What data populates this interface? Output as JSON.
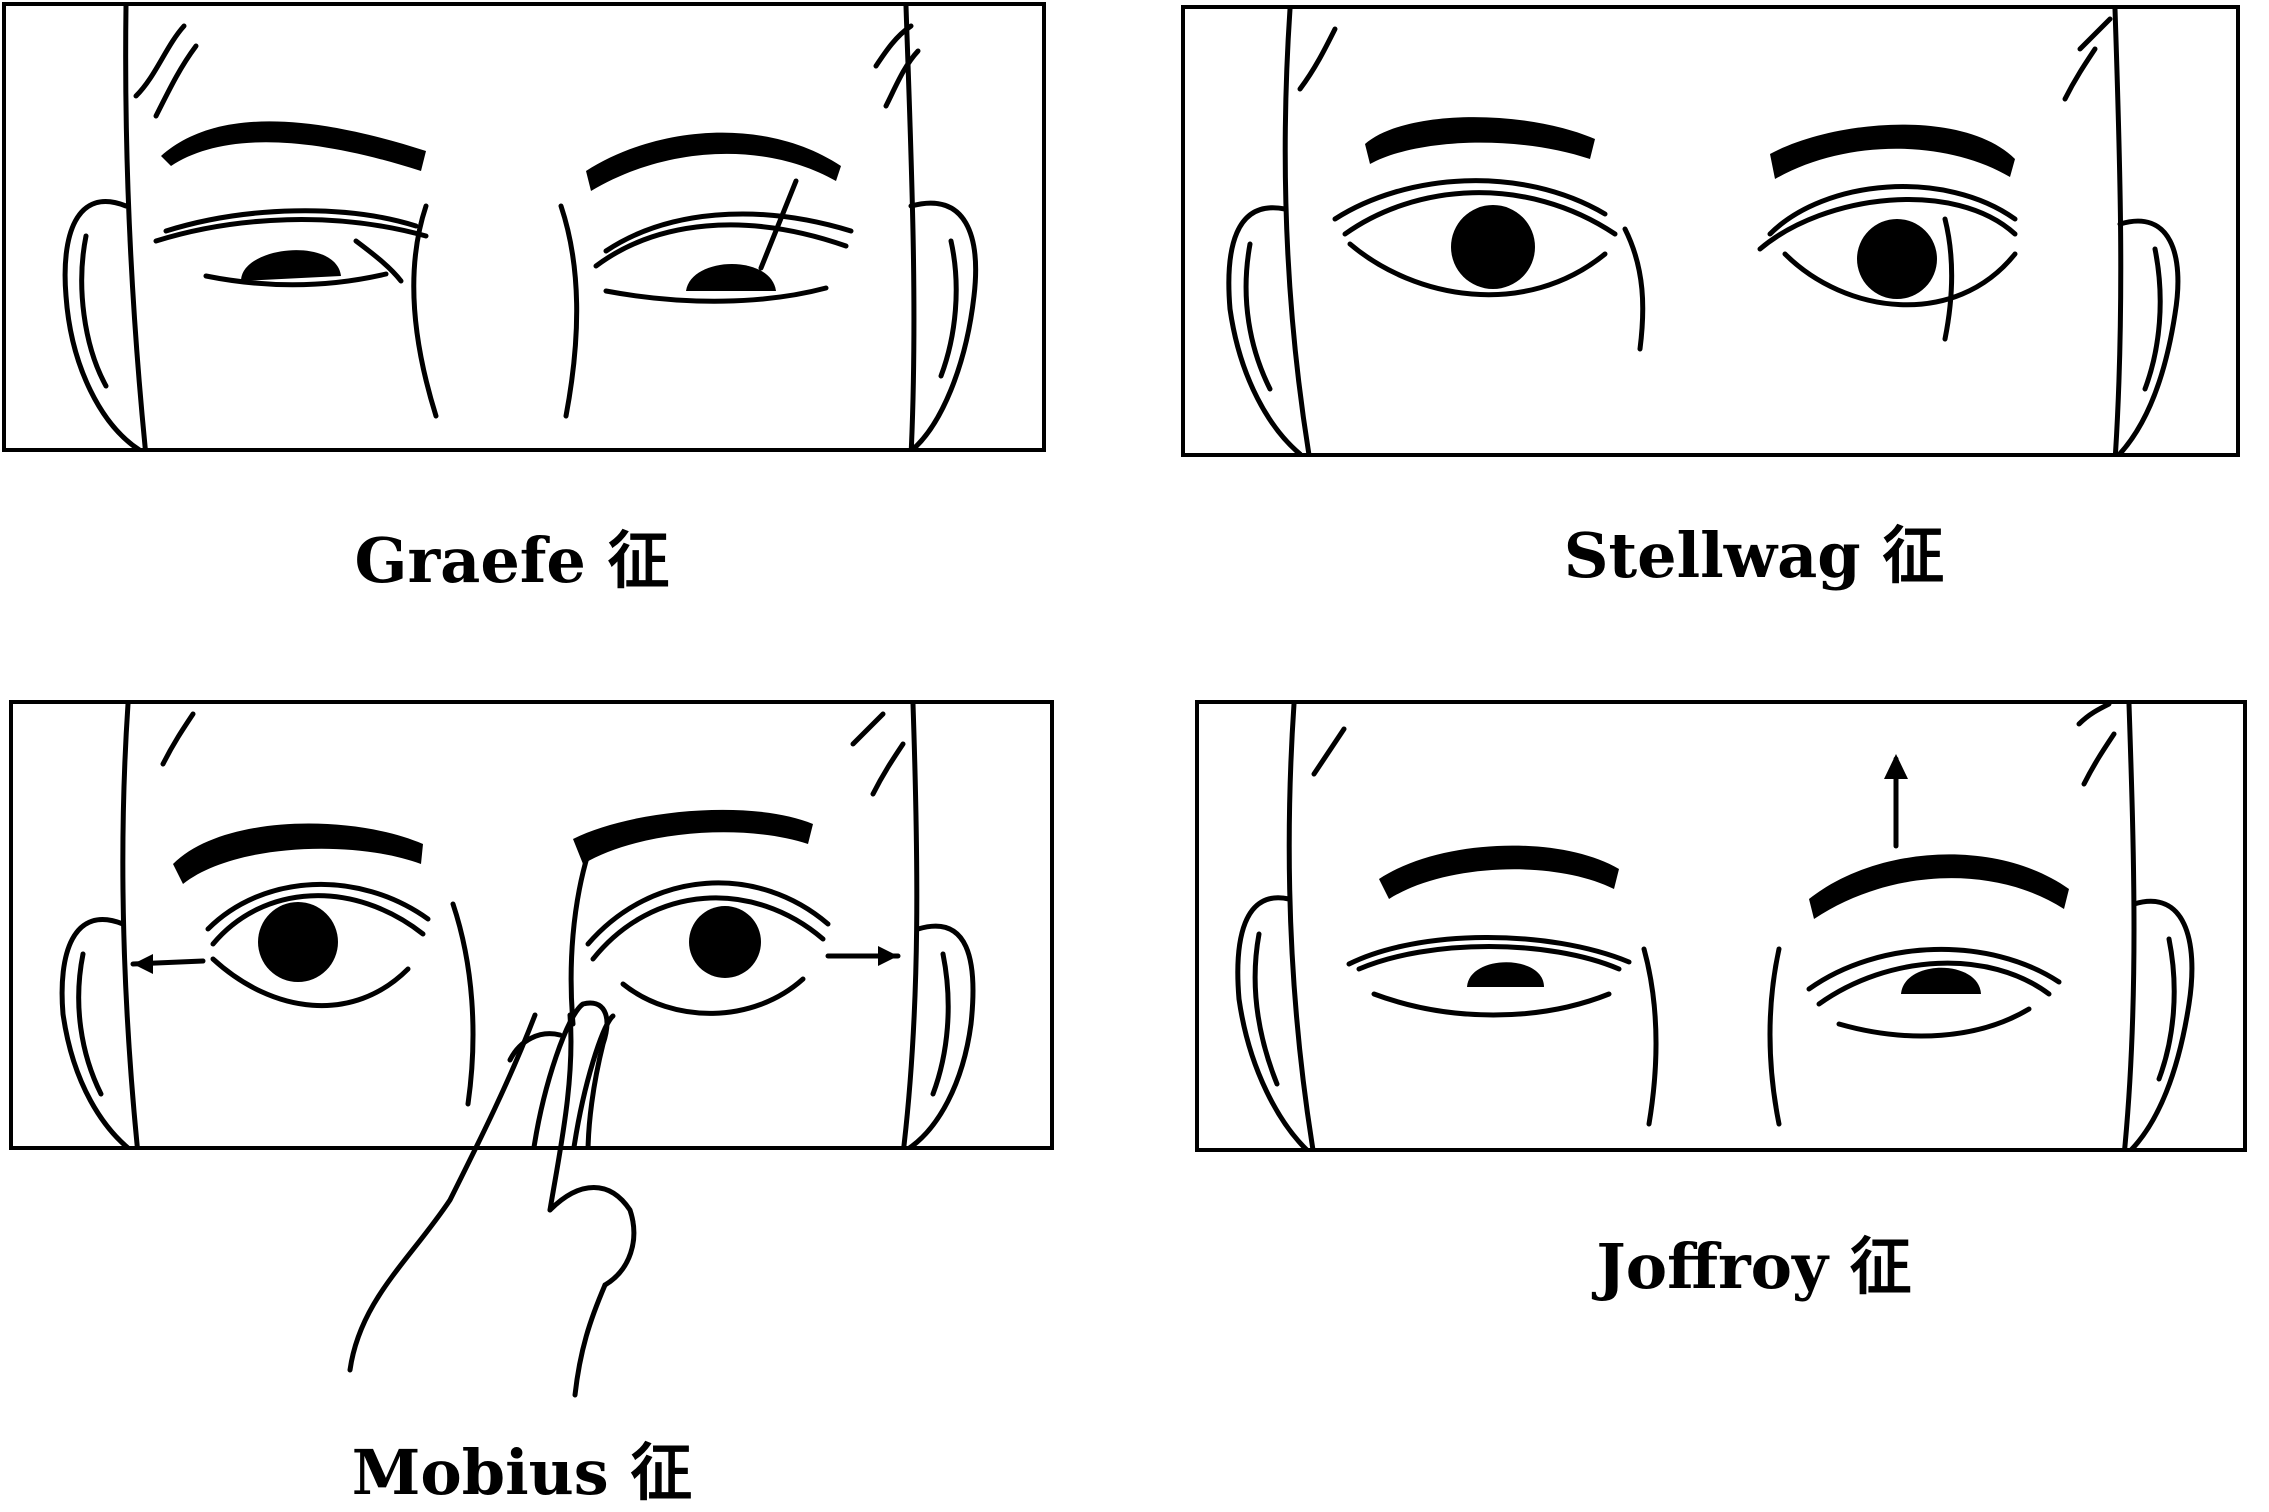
{
  "figure": {
    "panels": [
      {
        "caption": "Graefe 征"
      },
      {
        "caption": "Stellwag 征"
      },
      {
        "caption": "Mobius 征"
      },
      {
        "caption": "Joffroy 征"
      }
    ]
  },
  "colors": {
    "ink": "#000000",
    "paper": "#ffffff"
  }
}
